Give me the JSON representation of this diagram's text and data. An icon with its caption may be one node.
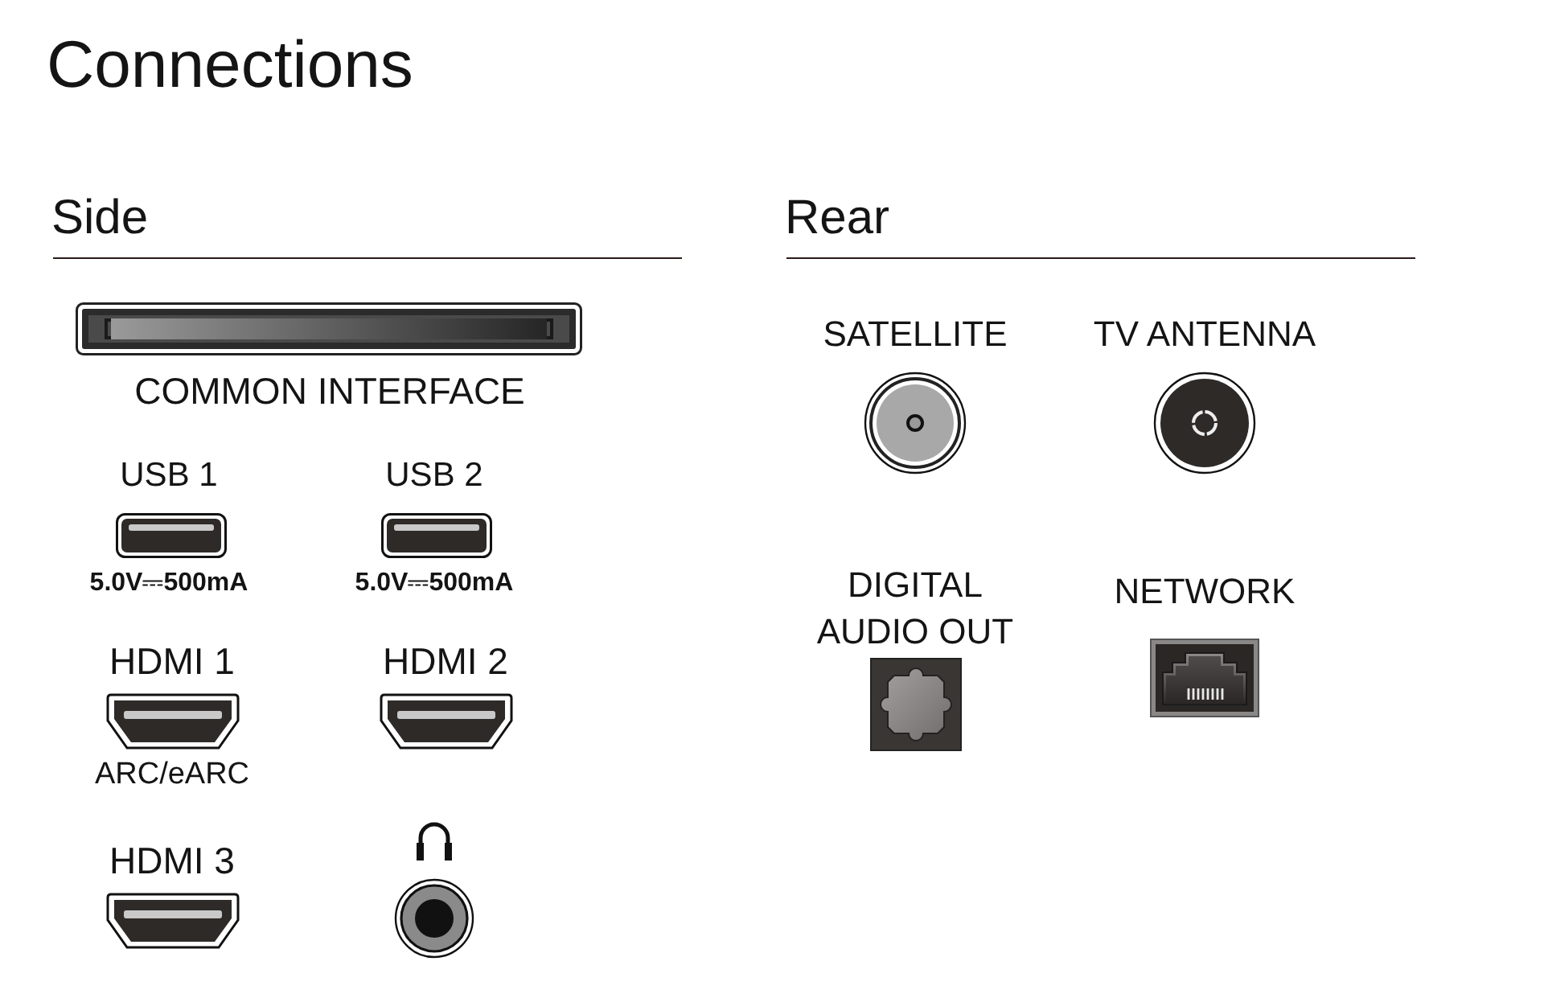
{
  "diagram": {
    "title": "Connections",
    "labels": [
      "Side",
      "COMMON INTERFACE",
      "USB 1",
      "USB 2",
      "5.0V⎓500mA",
      "5.0V⎓500mA",
      "HDMI 1",
      "HDMI 2",
      "ARC/eARC",
      "HDMI 3",
      "Rear",
      "SATELLITE",
      "TV ANTENNA",
      "DIGITAL AUDIO OUT",
      "NETWORK"
    ]
  }
}
